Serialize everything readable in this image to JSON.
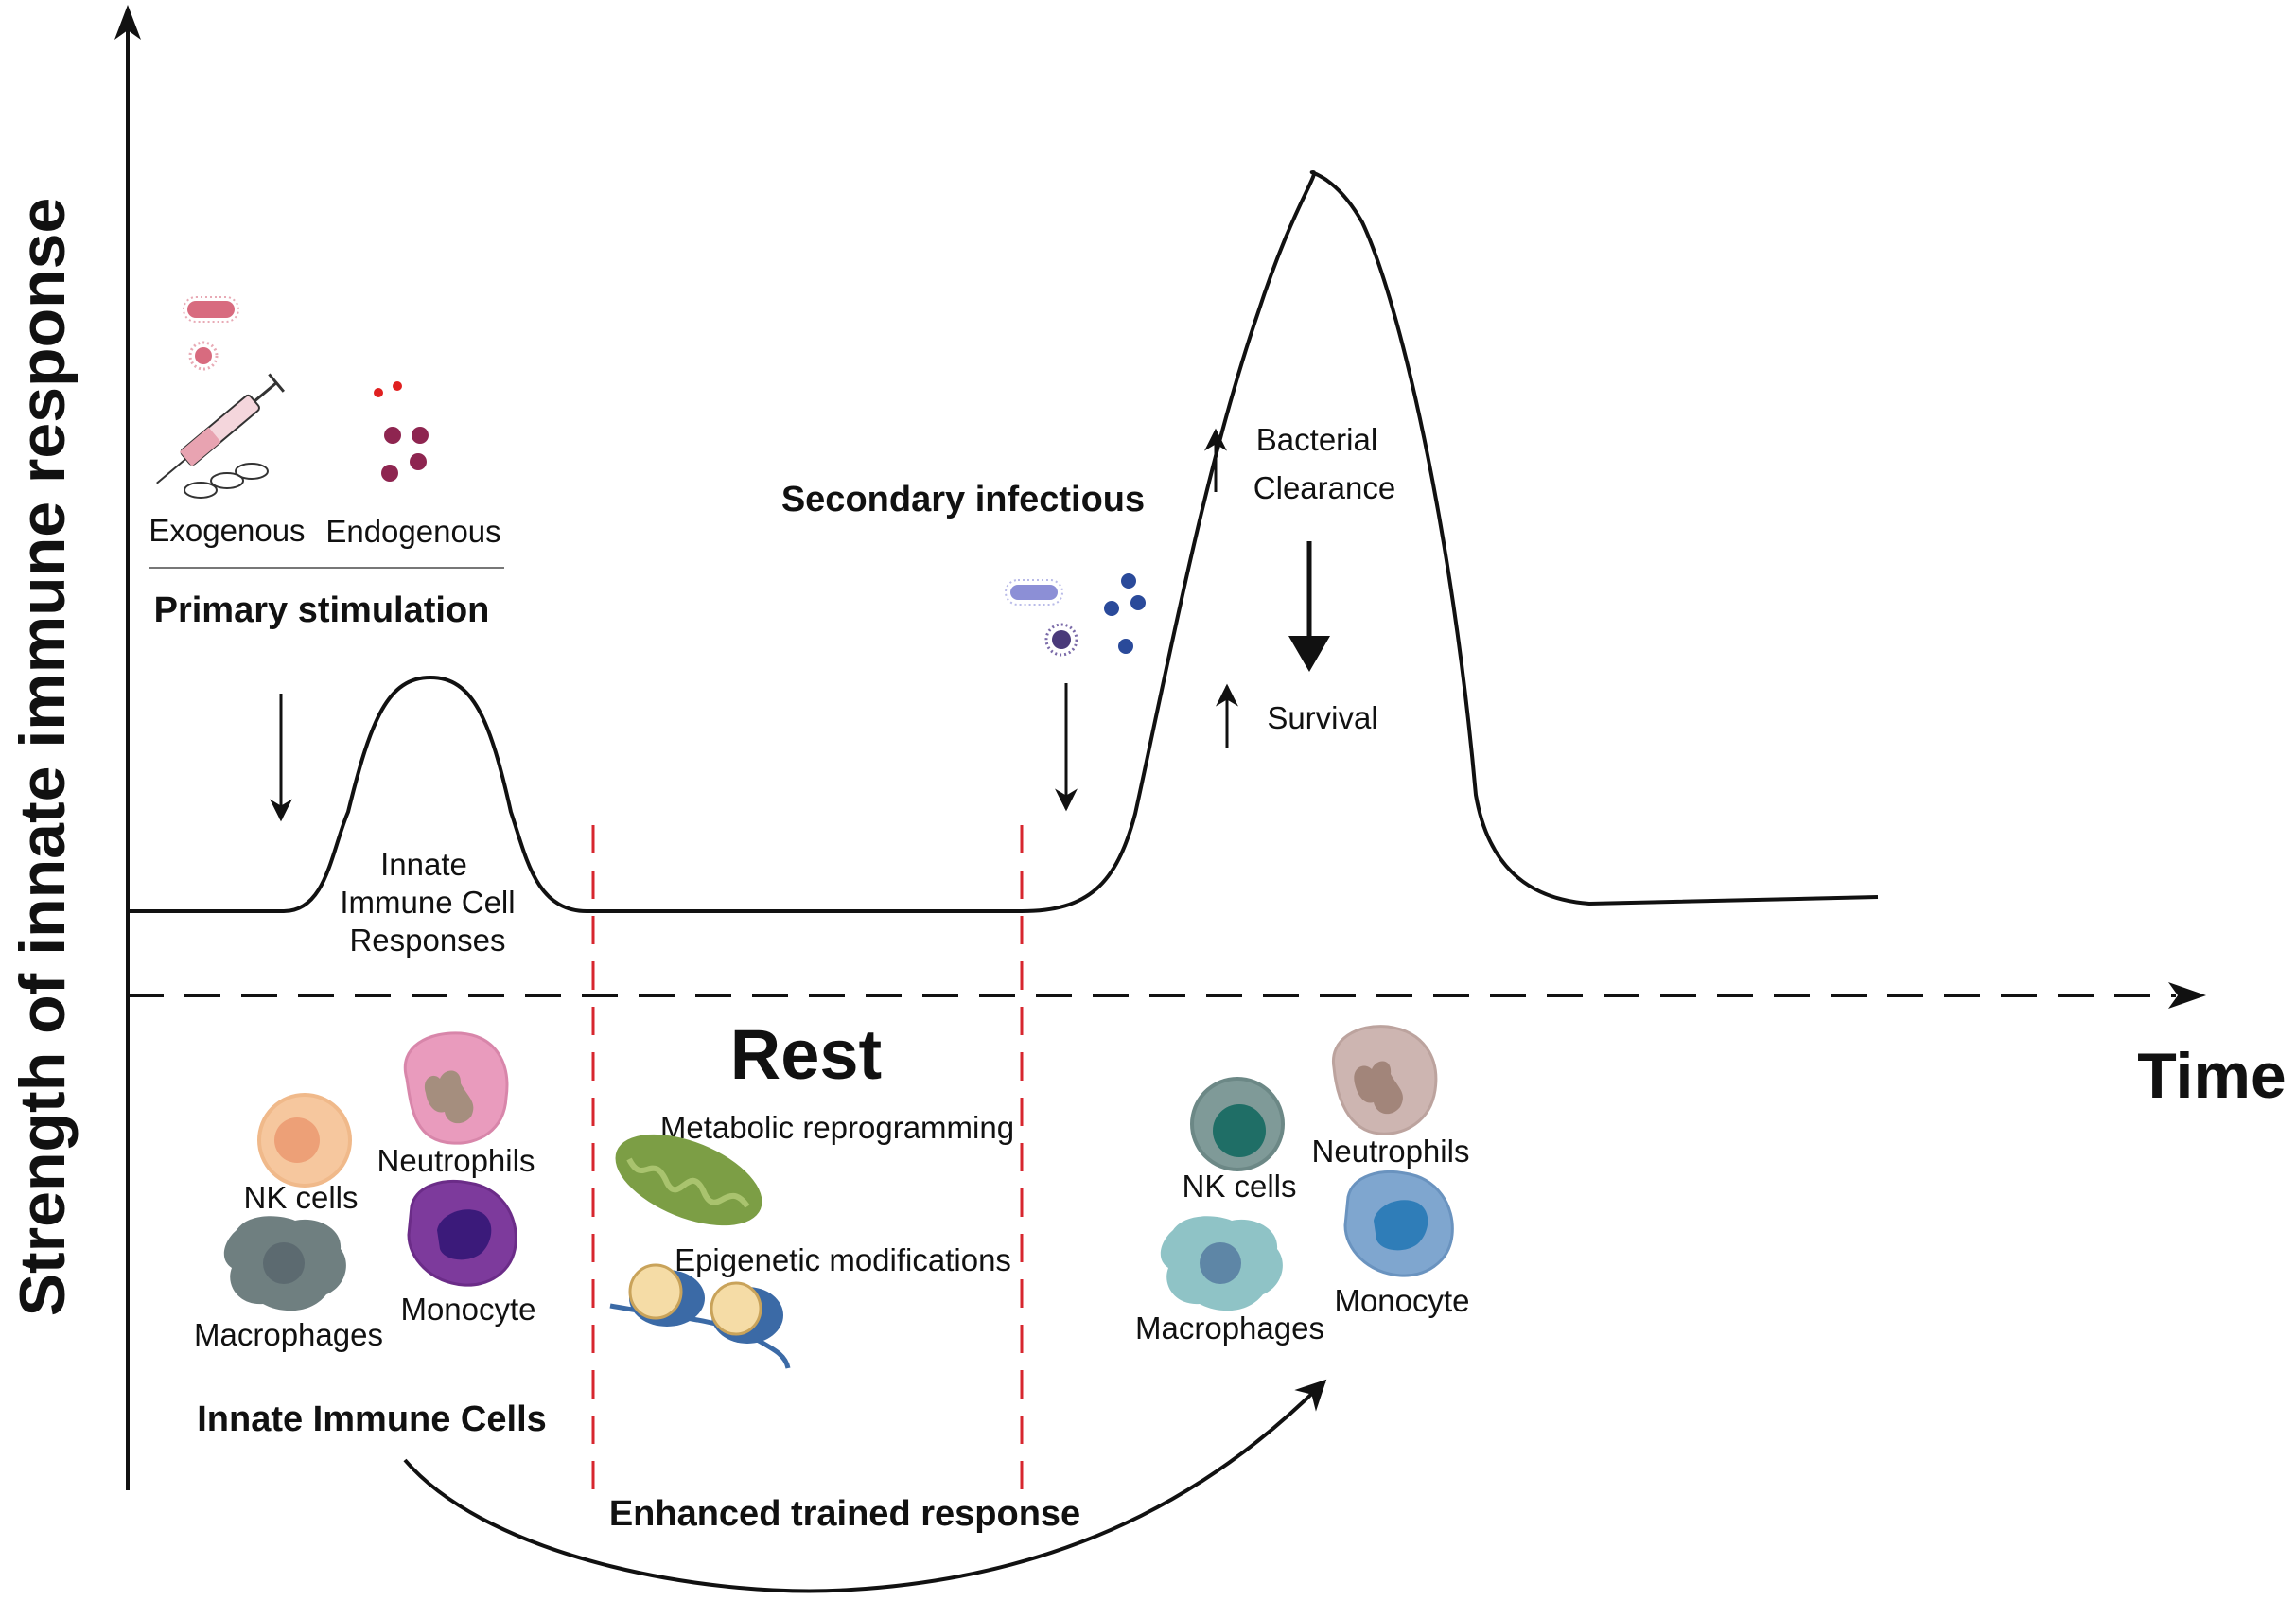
{
  "axes": {
    "y_label": "Strength of innate immune response",
    "x_label": "Time"
  },
  "primary": {
    "exogenous": "Exogenous",
    "endogenous": "Endogenous",
    "title": "Primary stimulation",
    "response_lines": [
      "Innate",
      "Immune Cell",
      "Responses"
    ]
  },
  "secondary": {
    "title": "Secondary infectious",
    "clearance_lines": [
      "Bacterial",
      "Clearance"
    ],
    "survival": "Survival"
  },
  "rest": {
    "title": "Rest",
    "metabolic": "Metabolic reprogramming",
    "epigenetic": "Epigenetic modifications"
  },
  "cells_left": {
    "nk": "NK cells",
    "neutrophils": "Neutrophils",
    "macrophages": "Macrophages",
    "monocyte": "Monocyte",
    "group_title": "Innate Immune Cells"
  },
  "cells_right": {
    "nk": "NK cells",
    "neutrophils": "Neutrophils",
    "macrophages": "Macrophages",
    "monocyte": "Monocyte"
  },
  "enhanced": "Enhanced trained response",
  "colors": {
    "line": "#111111",
    "dashed_red": "#d7262e",
    "nk_left": "#f6c79e",
    "neutrophil_left": "#e99bbd",
    "monocyte_left": "#7d3a9c",
    "macrophage_left": "#6f7f80",
    "nk_right": "#1f6e66",
    "neutrophil_right": "#cdb5b1",
    "monocyte_right": "#2f7db8",
    "macrophage_right": "#8fc3c6",
    "mitochondria": "#7c9e45",
    "dna": "#3b6aa6",
    "bacteria_primary": "#d86b7f",
    "bacteria_secondary": "#8c8fd6",
    "virus_secondary": "#4a3a7a",
    "dots_secondary": "#2a4a9a",
    "dots_endogenous": "#8e2550",
    "dots_red": "#e02020"
  }
}
